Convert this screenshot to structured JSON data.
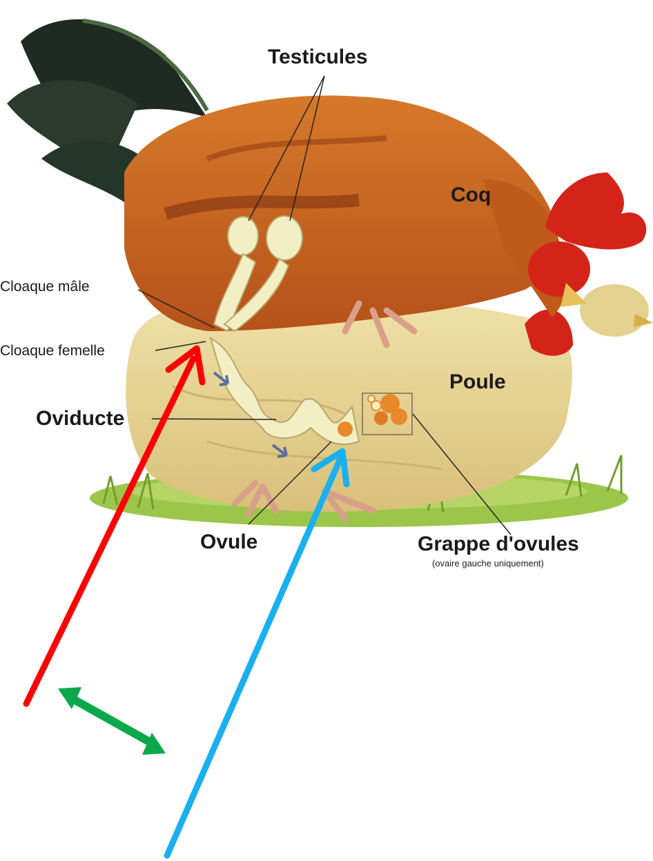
{
  "labels": {
    "testicules": "Testicules",
    "coq": "Coq",
    "cloaque_male": "Cloaque mâle",
    "cloaque_femelle": "Cloaque femelle",
    "poule": "Poule",
    "oviducte": "Oviducte",
    "ovule": "Ovule",
    "grappe": "Grappe d'ovules",
    "grappe_note": "(ovaire gauche uniquement)"
  },
  "colors": {
    "rooster_body": "#c8641c",
    "rooster_tail": "#1e2a22",
    "comb": "#d42318",
    "hen_body": "#e8d9a0",
    "grass": "#8cbf3e",
    "organ": "#f3efc4",
    "egg": "#e8892a",
    "arrow_red": "#ff0000",
    "arrow_blue": "#1ab0f0",
    "arrow_green": "#0aa84a",
    "arrow_hint": "#5a6ea0"
  }
}
